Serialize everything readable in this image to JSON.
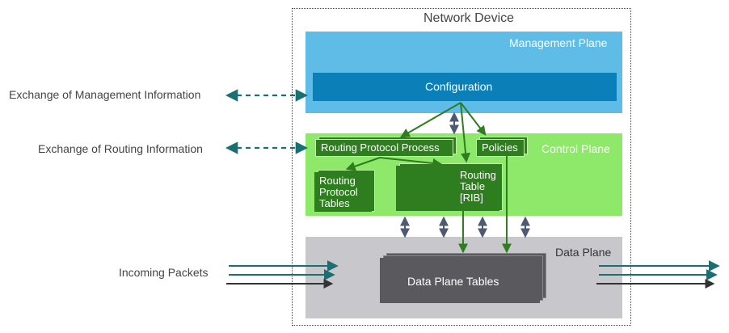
{
  "device": {
    "title": "Network Device",
    "management_plane": {
      "label": "Management Plane",
      "configuration": "Configuration",
      "color": "#5fbce6"
    },
    "control_plane": {
      "label": "Control Plane",
      "routing_protocol_process": "Routing Protocol Process",
      "policies": "Policies",
      "routing_protocol_tables": [
        "Routing",
        "Protocol",
        "Tables"
      ],
      "routing_table": [
        "Routing",
        "Table",
        "[RIB]"
      ],
      "color": "#8ee86a",
      "dark_green": "#2e7d1e"
    },
    "data_plane": {
      "label": "Data Plane",
      "tables": "Data Plane Tables",
      "color": "#c8c8cc"
    }
  },
  "external_labels": {
    "management_exchange": "Exchange of Management Information",
    "routing_exchange": "Exchange of Routing Information",
    "incoming": "Incoming Packets"
  },
  "colors": {
    "teal_arrow": "#1a6f73",
    "slate_arrow": "#4d5a73",
    "dark_arrow": "#333333",
    "config_box": "#0b7fb8"
  }
}
